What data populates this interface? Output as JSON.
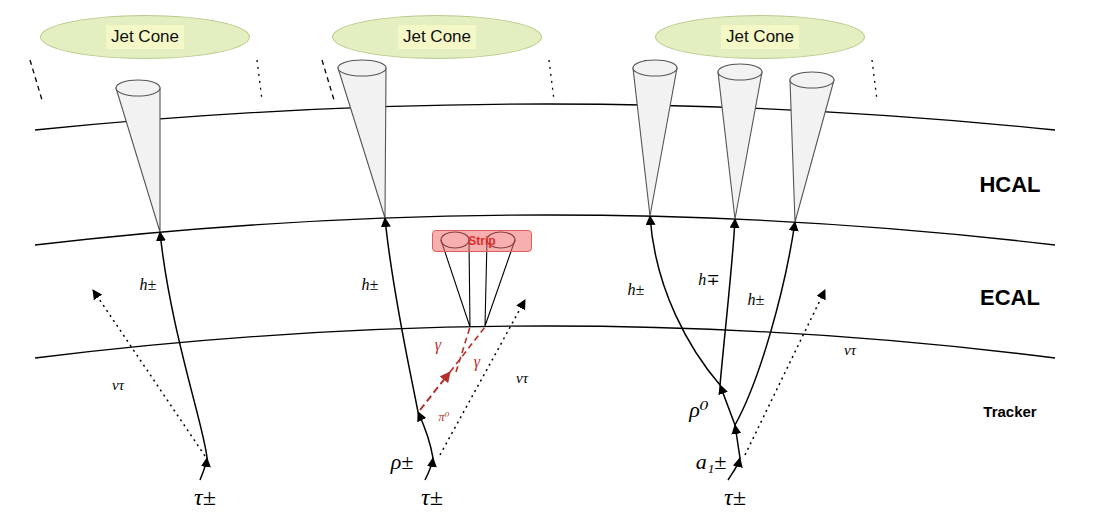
{
  "diagram": {
    "nodes": [
      {
        "text": [
          "Jet Cone"
        ]
      },
      {
        "text": [
          "Jet Cone"
        ]
      },
      {
        "text": [
          "Jet Cone"
        ]
      },
      {
        "text": [
          "Strip"
        ]
      }
    ],
    "labels": [
      "HCAL",
      "ECAL",
      "Tracker",
      "h±",
      "ντ",
      "τ±",
      "h±",
      "γ",
      "γ",
      "π⁰",
      "ντ",
      "ρ±",
      "τ±",
      "h±",
      "h∓",
      "h±",
      "ντ",
      "ρ⁰",
      "a₁±",
      "τ±"
    ]
  }
}
